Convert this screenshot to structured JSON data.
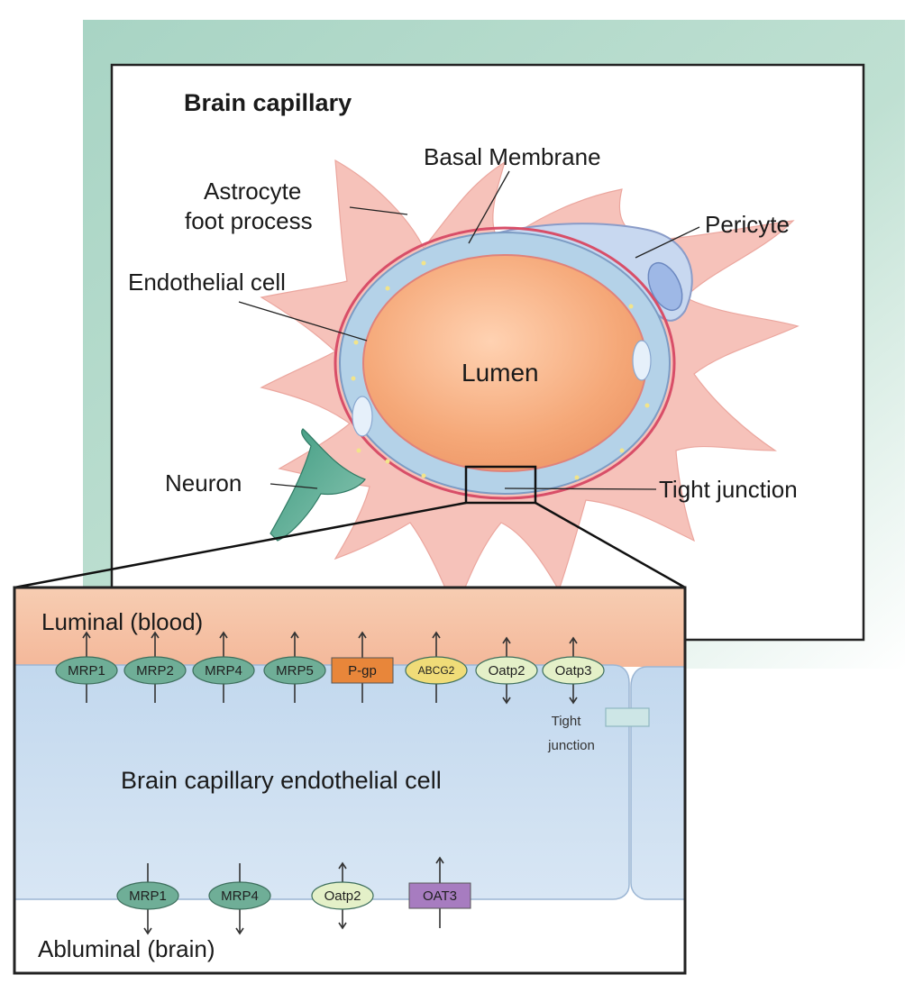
{
  "top_panel": {
    "title": "Brain capillary",
    "labels": {
      "basal_membrane": "Basal Membrane",
      "astrocyte_line1": "Astrocyte",
      "astrocyte_line2": "foot process",
      "pericyte": "Pericyte",
      "endothelial_cell": "Endothelial cell",
      "lumen": "Lumen",
      "neuron": "Neuron",
      "tight_junction": "Tight junction"
    }
  },
  "bottom_panel": {
    "luminal_label": "Luminal (blood)",
    "cell_label": "Brain capillary endothelial cell",
    "tight_junction_line1": "Tight",
    "tight_junction_line2": "junction",
    "abluminal_label": "Abluminal (brain)",
    "luminal_transporters": [
      {
        "name": "MRP1",
        "color": "#6fae97",
        "direction": "efflux"
      },
      {
        "name": "MRP2",
        "color": "#6fae97",
        "direction": "efflux"
      },
      {
        "name": "MRP4",
        "color": "#6fae97",
        "direction": "efflux"
      },
      {
        "name": "MRP5",
        "color": "#6fae97",
        "direction": "efflux"
      },
      {
        "name": "P-gp",
        "color": "#e8863a",
        "direction": "efflux"
      },
      {
        "name": "ABCG2",
        "color": "#f0dc78",
        "direction": "efflux"
      },
      {
        "name": "Oatp2",
        "color": "#e4f0c8",
        "direction": "bidirectional"
      },
      {
        "name": "Oatp3",
        "color": "#e4f0c8",
        "direction": "bidirectional"
      }
    ],
    "abluminal_transporters": [
      {
        "name": "MRP1",
        "color": "#6fae97",
        "direction": "efflux"
      },
      {
        "name": "MRP4",
        "color": "#6fae97",
        "direction": "efflux"
      },
      {
        "name": "Oatp2",
        "color": "#e4f0c8",
        "direction": "bidirectional"
      },
      {
        "name": "OAT3",
        "color": "#a77cc0",
        "direction": "uptake"
      }
    ]
  },
  "colors": {
    "background_frame": "#a8d4c4",
    "blood_layer": "#f6c3a8",
    "endothelial": "#c8dcf0",
    "lumen": "#f5a878",
    "astrocyte": "#f4b7b0"
  }
}
